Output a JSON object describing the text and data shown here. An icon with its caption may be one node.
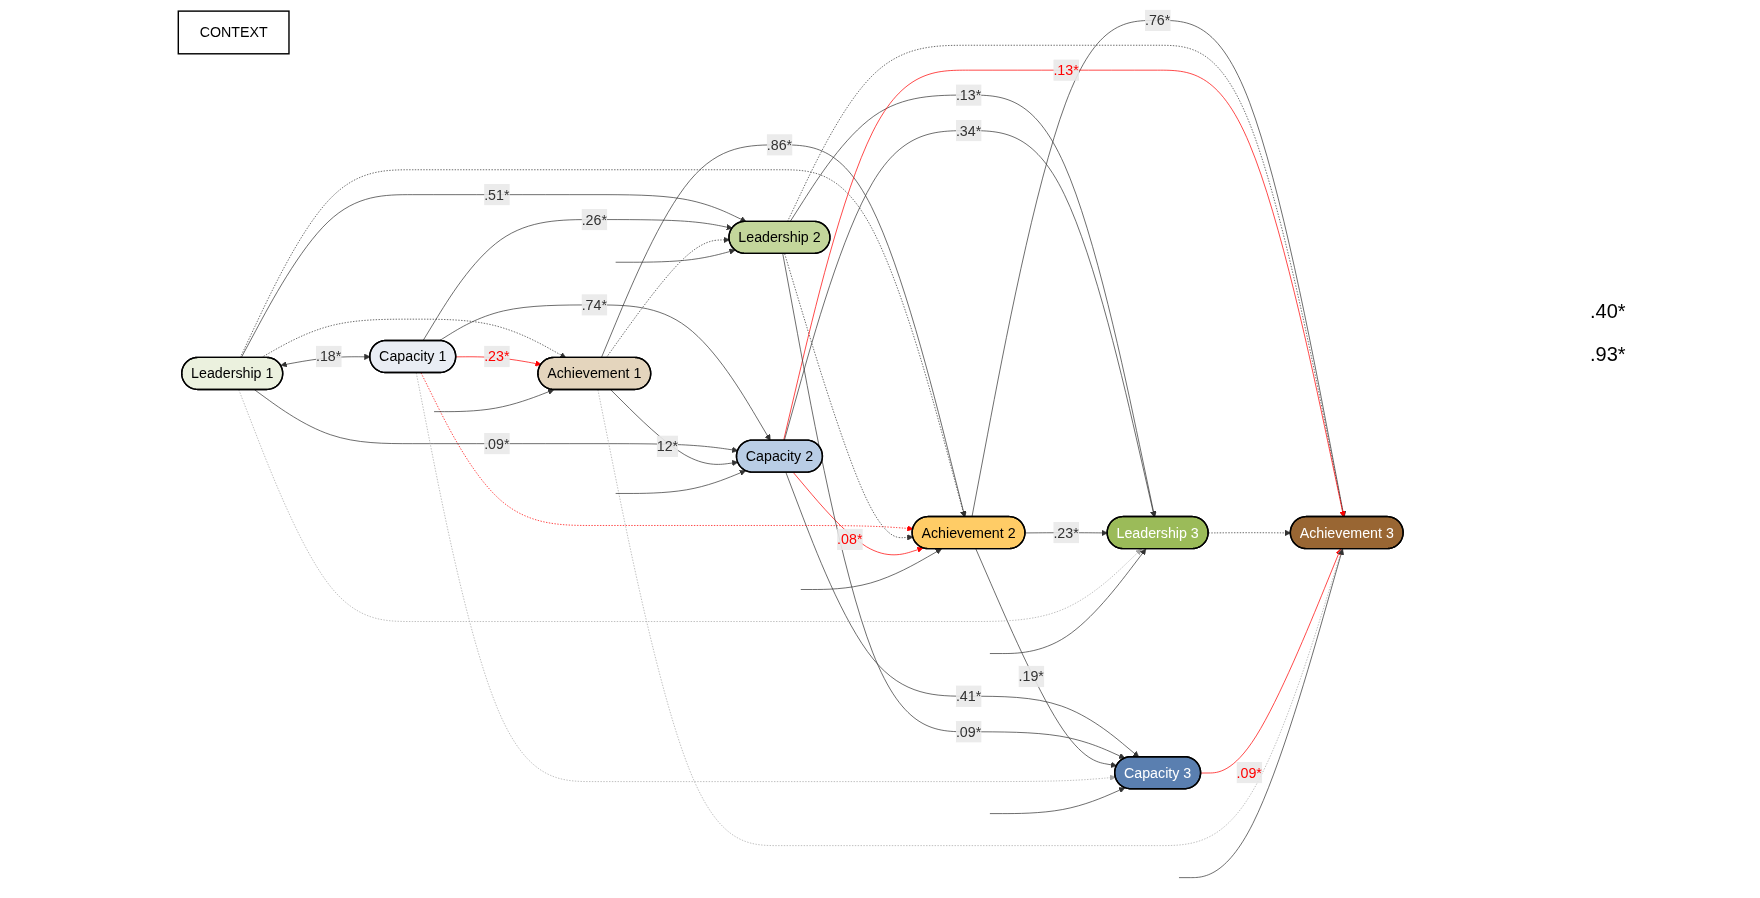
{
  "diagram": {
    "nodes": [
      {
        "text": [
          "CONTEXT"
        ]
      },
      {
        "text": [
          "Achievement 1"
        ]
      },
      {
        "text": [
          "Achievement 2"
        ]
      },
      {
        "text": [
          "Achievement 3"
        ]
      },
      {
        "text": [
          "Leadership 1"
        ]
      },
      {
        "text": [
          "Leadership 2"
        ]
      },
      {
        "text": [
          "Leadership 3"
        ]
      },
      {
        "text": [
          "Capacity 1"
        ]
      },
      {
        "text": [
          "Capacity 2"
        ]
      },
      {
        "text": [
          "Capacity 3"
        ]
      }
    ],
    "edges": [
      {
        "from": 1,
        "to": 2,
        "arrow": "to",
        "label": ".86*"
      },
      {
        "from": 2,
        "to": 3,
        "arrow": "to",
        "label": ".76*"
      },
      {
        "from": 4,
        "to": 5,
        "arrow": "to",
        "label": ".51*"
      },
      {
        "from": 5,
        "to": 6,
        "arrow": "to",
        "label": ".13*"
      },
      {
        "from": 7,
        "to": 8,
        "arrow": "to",
        "label": ".74*"
      },
      {
        "from": 8,
        "to": 9,
        "arrow": "to",
        "label": ".41*"
      },
      {
        "from": 4,
        "to": 1,
        "arrow": "to",
        "style": "dashed"
      },
      {
        "from": 4,
        "to": 2,
        "arrow": "to",
        "style": "dashed"
      },
      {
        "from": 7,
        "to": 1,
        "arrow": "to",
        "label": ".23*",
        "color": "#ff0000"
      },
      {
        "from": 7,
        "to": 2,
        "arrow": "to",
        "style": "dashed",
        "color": "#ff0000"
      },
      {
        "from": 7,
        "to": 5,
        "arrow": "to",
        "label": ".26*"
      },
      {
        "from": 4,
        "to": 8,
        "arrow": "to",
        "label": ".09*"
      },
      {
        "from": 1,
        "to": 8,
        "arrow": "to",
        "label": "12*"
      },
      {
        "from": 1,
        "to": 5,
        "arrow": "to",
        "style": "dashed"
      },
      {
        "from": 5,
        "to": 2,
        "arrow": "to",
        "style": "dashed"
      },
      {
        "from": 5,
        "to": 3,
        "arrow": "to",
        "style": "dashed"
      },
      {
        "from": 8,
        "to": 2,
        "arrow": "to",
        "label": ".08*",
        "color": "#ff0000"
      },
      {
        "from": 8,
        "to": 3,
        "arrow": "to",
        "label": ".13*",
        "color": "#ff0000"
      },
      {
        "from": 8,
        "to": 6,
        "arrow": "to",
        "label": ".34*"
      },
      {
        "from": 5,
        "to": 9,
        "arrow": "to",
        "label": ".09*"
      },
      {
        "from": 2,
        "to": 9,
        "arrow": "to",
        "label": ".19*"
      },
      {
        "from": 2,
        "to": 6,
        "arrow": "to",
        "label": ".23*"
      },
      {
        "from": 6,
        "to": 3,
        "arrow": "to",
        "style": "dashed"
      },
      {
        "from": 9,
        "to": 3,
        "arrow": "to",
        "label": ".09*",
        "color": "#ff0000"
      },
      {
        "from": 4,
        "to": 7,
        "arrow": "both",
        "label": ".18*"
      },
      {
        "from": 1,
        "to": 3,
        "arrow": "to",
        "style": "dashed",
        "color": "#a6a6a6"
      },
      {
        "from": 4,
        "to": 6,
        "arrow": "to",
        "style": "dashed",
        "color": "#a6a6a6"
      },
      {
        "from": 7,
        "to": 9,
        "arrow": "to",
        "style": "dashed",
        "color": "#a6a6a6"
      },
      {
        "from": null,
        "to": 1,
        "arrow": "to"
      },
      {
        "from": null,
        "to": 2,
        "arrow": "to"
      },
      {
        "from": null,
        "to": 3,
        "arrow": "to"
      },
      {
        "from": null,
        "to": 5,
        "arrow": "to"
      },
      {
        "from": null,
        "to": 8,
        "arrow": "to"
      },
      {
        "from": null,
        "to": 6,
        "arrow": "to"
      },
      {
        "from": null,
        "to": 9,
        "arrow": "to"
      }
    ],
    "labels": [
      ".40*",
      ".93*"
    ]
  }
}
